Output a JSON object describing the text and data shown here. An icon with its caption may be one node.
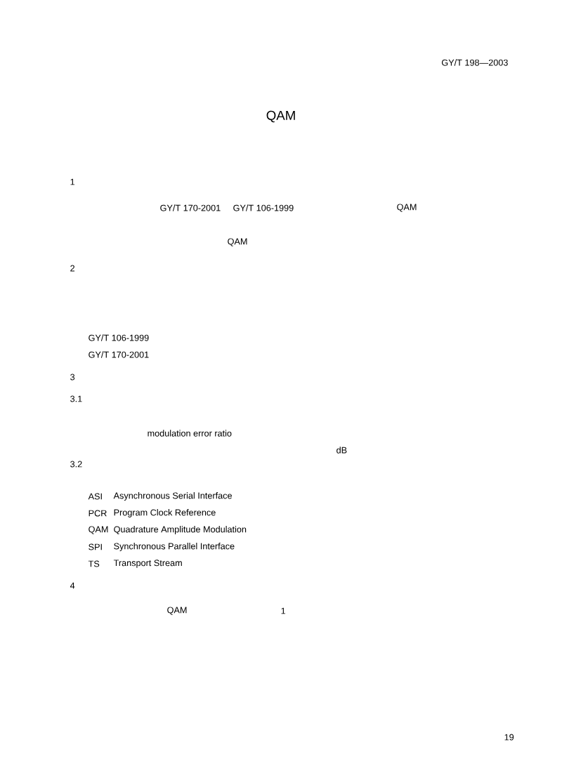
{
  "diagram": {
    "title": "QAM",
    "labels": [
      "GY/T 198—2003",
      "1",
      "GY/T 170-2001",
      "GY/T 106-1999",
      "QAM",
      "QAM",
      "2",
      "GY/T 106-1999",
      "GY/T 170-2001",
      "3",
      "3.1",
      "modulation error ratio",
      "dB",
      "3.2",
      "ASI",
      "Asynchronous Serial Interface",
      "PCR",
      "Program Clock Reference",
      "QAM",
      "Quadrature Amplitude Modulation",
      "SPI",
      "Synchronous Parallel Interface",
      "TS",
      "Transport Stream",
      "4",
      "QAM",
      "1",
      "19"
    ]
  }
}
